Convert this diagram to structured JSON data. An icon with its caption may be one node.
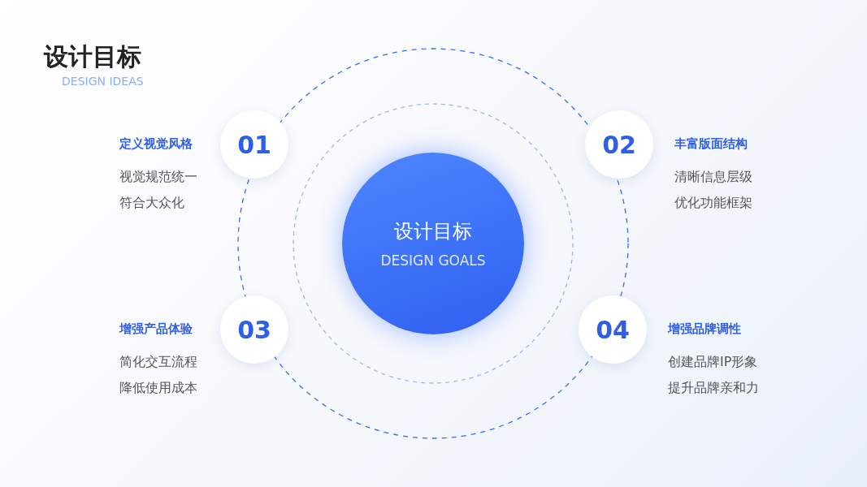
{
  "diagram": {
    "title": "设计目标",
    "labels": [
      "DESIGN IDEAS"
    ],
    "nodes": [
      {
        "text": [
          "设计目标",
          "DESIGN GOALS"
        ]
      },
      {
        "text": [
          "01"
        ],
        "beside": [
          "定义视觉风格",
          "视觉规范统一",
          "符合大众化"
        ]
      },
      {
        "text": [
          "02"
        ],
        "beside": [
          "丰富版面结构",
          "清晰信息层级",
          "优化功能框架"
        ]
      },
      {
        "text": [
          "03"
        ],
        "beside": [
          "增强产品体验",
          "简化交互流程",
          "降低使用成本"
        ]
      },
      {
        "text": [
          "04"
        ],
        "beside": [
          "增强品牌调性",
          "创建品牌IP形象",
          "提升品牌亲和力"
        ]
      }
    ]
  }
}
